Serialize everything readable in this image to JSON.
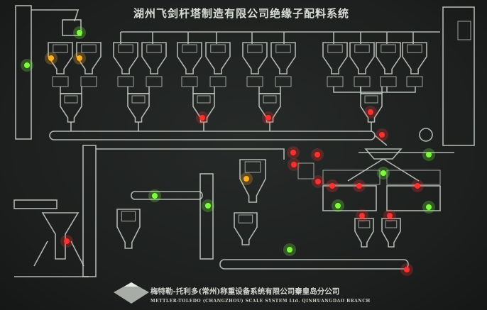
{
  "title": "湖州飞剑杆塔制造有限公司绝缘子配料系统",
  "footer": {
    "company_cn": "梅特勒-托利多(常州)称重设备系统有限公司秦皇岛分公司",
    "company_en": "METTLER-TOLEDO (CHANGZHOU) SCALE SYSTEM Ltd. QINHUANGDAO BRANCH"
  },
  "colors": {
    "background": "#1c1f1e",
    "line": "#c9d0c9",
    "red": "#ff3030",
    "green": "#7cff3a",
    "amber": "#ffb020"
  },
  "indicators": [
    "green",
    "amber",
    "amber",
    "green",
    "red",
    "red",
    "red",
    "red",
    "red",
    "red",
    "red",
    "red",
    "green",
    "amber",
    "green",
    "green",
    "green",
    "red",
    "red",
    "red",
    "red",
    "red",
    "red",
    "green",
    "green",
    "green",
    "red"
  ]
}
